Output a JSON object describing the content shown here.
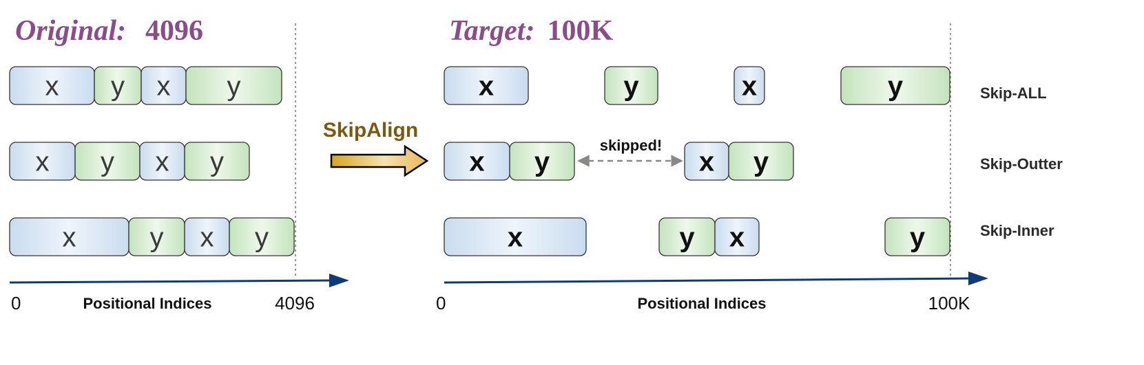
{
  "colors": {
    "title": "#8b4d8a",
    "arrow_axis": "#0e3a78",
    "skipalign": "#7a5a10",
    "x_fill_a": "#c9dcef",
    "x_fill_b": "#eef4fb",
    "y_fill_a": "#c4e3bd",
    "y_fill_b": "#eef8eb",
    "box_stroke": "#333333",
    "dashed": "#888888"
  },
  "left": {
    "title_italic": "Original:",
    "title_value": "4096",
    "axis_start": "0",
    "axis_label": "Positional Indices",
    "axis_end": "4096",
    "rows": [
      [
        "x",
        "y",
        "x",
        "y"
      ],
      [
        "x",
        "y",
        "x",
        "y"
      ],
      [
        "x",
        "y",
        "x",
        "y"
      ]
    ]
  },
  "middle": {
    "label": "SkipAlign"
  },
  "right": {
    "title_italic": "Target:",
    "title_value": "100K",
    "axis_start": "0",
    "axis_label": "Positional Indices",
    "axis_end": "100K",
    "skipped_label": "skipped!",
    "rows": [
      {
        "label": "Skip-ALL",
        "tokens": [
          "x",
          "y",
          "x",
          "y"
        ]
      },
      {
        "label": "Skip-Outter",
        "tokens": [
          "x",
          "y",
          "x",
          "y"
        ]
      },
      {
        "label": "Skip-Inner",
        "tokens": [
          "x",
          "y",
          "x",
          "y"
        ]
      }
    ]
  }
}
